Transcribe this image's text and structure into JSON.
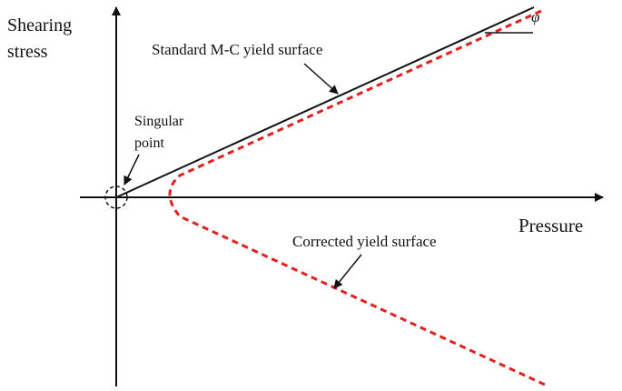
{
  "labels": {
    "y_axis": "Shearing stress",
    "x_axis": "Pressure",
    "standard_surface": "Standard M-C yield surface",
    "corrected_surface": "Corrected yield surface",
    "singular_point": "Singular point",
    "friction_angle": "φ"
  },
  "colors": {
    "standard_surface": "#111111",
    "corrected_surface": "#e02020",
    "axes": "#111111"
  }
}
